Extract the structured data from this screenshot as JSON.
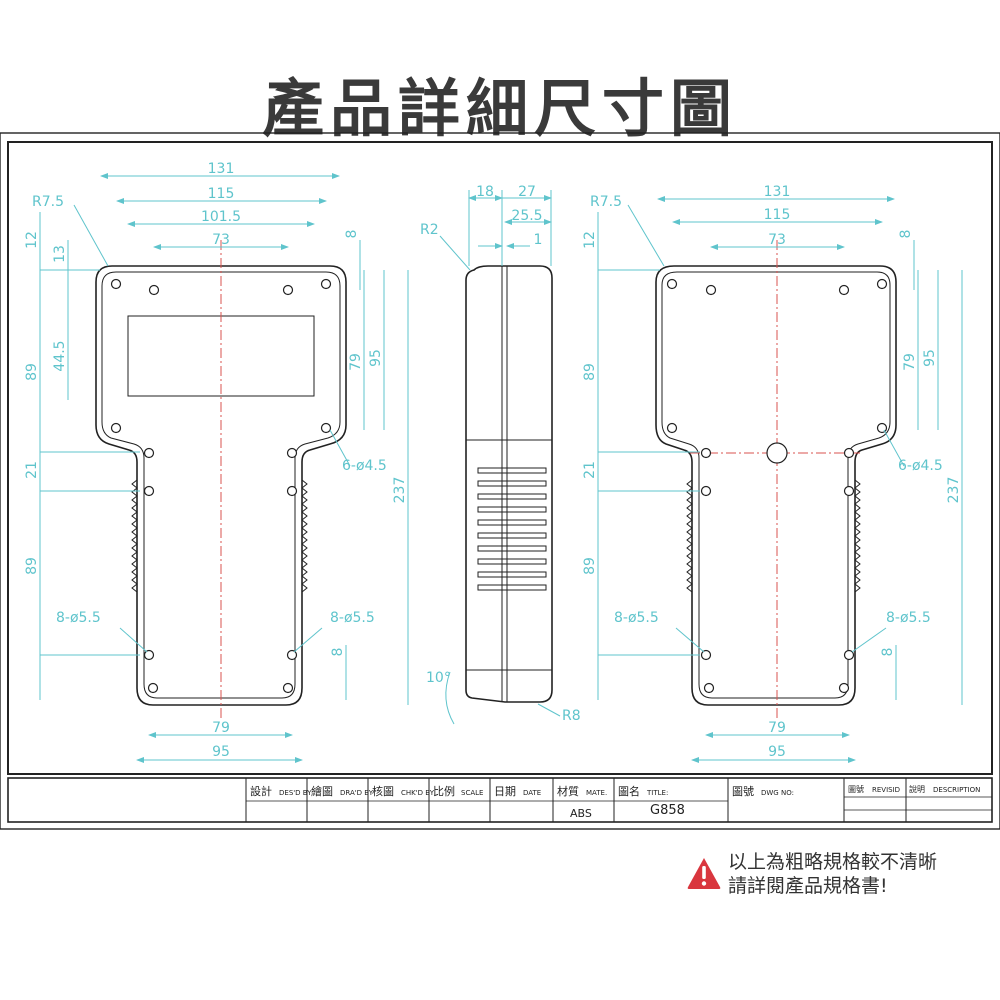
{
  "title": "產品詳細尺寸圖",
  "front_view": {
    "width_labels": [
      "131",
      "115",
      "101.5",
      "73"
    ],
    "radius_label": "R7.5",
    "left_dims": [
      "12",
      "13",
      "44.5",
      "89",
      "21",
      "89"
    ],
    "right_dims": [
      "8",
      "79",
      "95",
      "237"
    ],
    "hole_label_top": "6-ø4.5",
    "hole_label_left": "8-ø5.5",
    "hole_label_right": "8-ø5.5",
    "bottom_right_dim": "8",
    "bottom_dims": [
      "79",
      "95"
    ]
  },
  "side_view": {
    "top_dims": [
      "18",
      "27",
      "25.5",
      "1"
    ],
    "radius_top": "R2",
    "angle_label": "10°",
    "radius_bottom": "R8"
  },
  "back_view": {
    "width_labels": [
      "131",
      "115",
      "73"
    ],
    "radius_label": "R7.5",
    "left_dims": [
      "12",
      "89",
      "21",
      "89"
    ],
    "right_dims": [
      "8",
      "79",
      "95",
      "237"
    ],
    "hole_label_top": "6-ø4.5",
    "hole_label_left": "8-ø5.5",
    "hole_label_right": "8-ø5.5",
    "bottom_right_dim": "8",
    "bottom_dims": [
      "79",
      "95"
    ]
  },
  "title_block": {
    "design": "設計",
    "design_en": "DES'D BY",
    "draw": "繪圖",
    "draw_en": "DRA'D BY",
    "check": "核圖",
    "check_en": "CHK'D BY",
    "scale": "比例",
    "scale_en": "SCALE",
    "date": "日期",
    "date_en": "DATE",
    "material": "材質",
    "material_en": "MATE.",
    "material_value": "ABS",
    "drawing_name": "圖名",
    "drawing_name_en": "TITLE:",
    "drawing_name_value": "G858",
    "drawing_no": "圖號",
    "drawing_no_en": "DWG NO:",
    "revision": "圖號",
    "revision_en": "REVISID",
    "description": "說明",
    "description_en": "DESCRIPTION"
  },
  "note": {
    "line1": "以上為粗略規格較不清晰",
    "line2": "請詳閱產品規格書!"
  },
  "colors": {
    "dimension": "#5fc4cc",
    "centerline": "#d9534f",
    "outline": "#222222",
    "warning": "#d9363e"
  }
}
